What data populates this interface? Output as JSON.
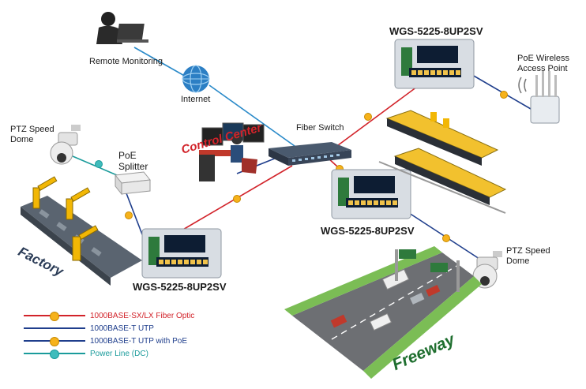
{
  "labels": {
    "remote_monitoring": "Remote Monitoring",
    "internet": "Internet",
    "control_center": "Control Center",
    "fiber_switch": "Fiber Switch",
    "ptz_left_line1": "PTZ Speed",
    "ptz_left_line2": "Dome",
    "poe_splitter_line1": "PoE",
    "poe_splitter_line2": "Splitter",
    "factory": "Factory",
    "switch_top": "WGS-5225-8UP2SV",
    "switch_middle": "WGS-5225-8UP2SV",
    "switch_bottom": "WGS-5225-8UP2SV",
    "ap_line1": "PoE Wireless",
    "ap_line2": "Access Point",
    "ptz_right_line1": "PTZ Speed",
    "ptz_right_line2": "Dome",
    "freeway": "Freeway"
  },
  "legend": [
    {
      "label": "1000BASE-SX/LX Fiber Optic",
      "color": "#d2232a",
      "dot": true,
      "text_color": "#d2232a"
    },
    {
      "label": "1000BASE-T UTP",
      "color": "#1f3e8c",
      "dot": false,
      "text_color": "#1f3e8c"
    },
    {
      "label": "1000BASE-T UTP with PoE",
      "color": "#1f3e8c",
      "dot": true,
      "text_color": "#1f3e8c"
    },
    {
      "label": "Power Line (DC)",
      "color": "#1a9b9b",
      "dot": true,
      "text_color": "#1a9b9b"
    }
  ],
  "colors": {
    "fiber": "#d2232a",
    "utp": "#1f3e8c",
    "power": "#1a9b9b",
    "internet_link": "#2a8ac9",
    "connector_dot": "#f6b21b"
  }
}
